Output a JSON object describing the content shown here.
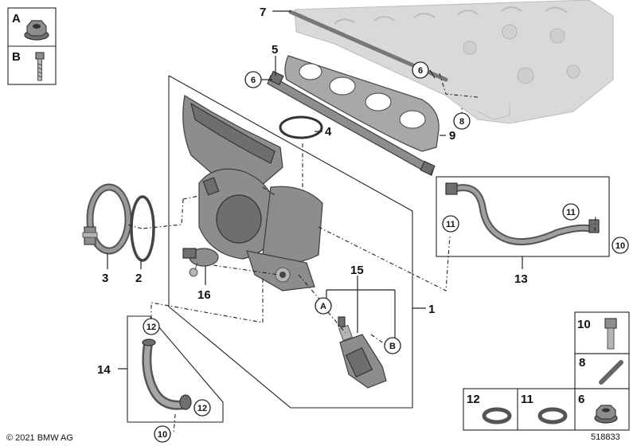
{
  "callouts": {
    "p1": "1",
    "p2": "2",
    "p3": "3",
    "p4": "4",
    "p5": "5",
    "p6a": "6",
    "p6b": "6",
    "p7": "7",
    "p8": "8",
    "p9": "9",
    "p10": "10",
    "p11": "11",
    "p12a": "12",
    "p12b": "12",
    "p13": "13",
    "p14": "14",
    "p15": "15",
    "p16": "16",
    "pA": "A",
    "pB": "B"
  },
  "legend_top": {
    "a_label": "A",
    "b_label": "B"
  },
  "legend_bottom": {
    "item10": "10",
    "item8": "8",
    "item12": "12",
    "item11": "11",
    "item6": "6"
  },
  "footer": {
    "copyright": "© 2021 BMW AG",
    "ref_number": "518833"
  }
}
